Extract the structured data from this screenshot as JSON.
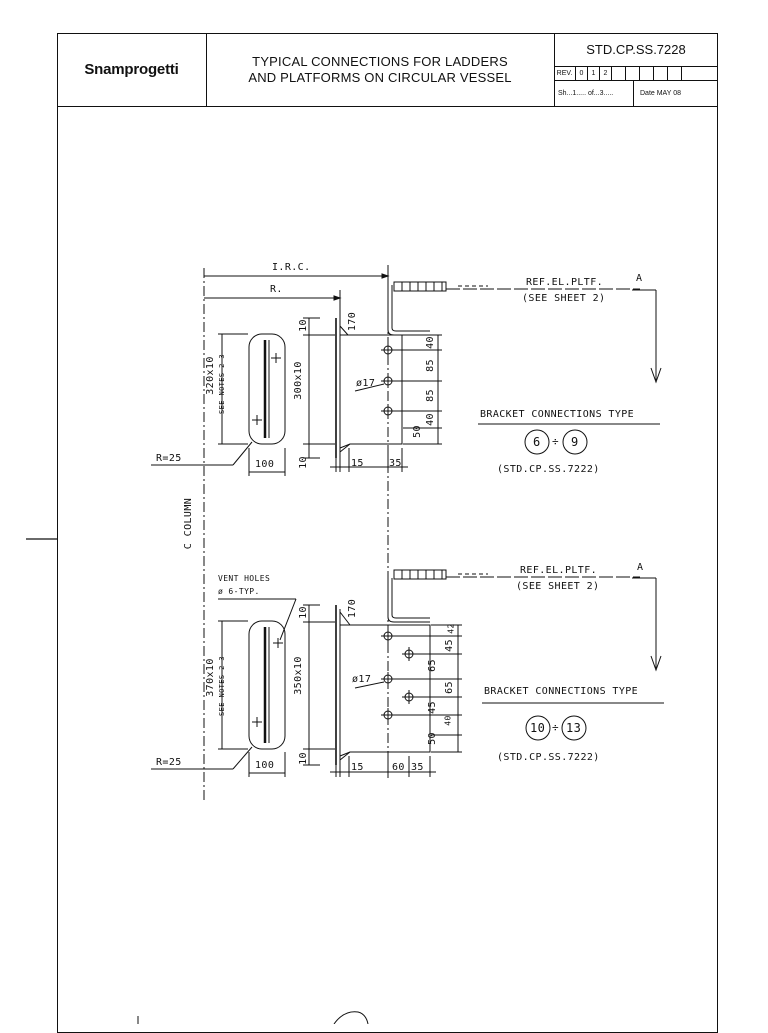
{
  "title_block": {
    "company": "Snamprogetti",
    "title_line1": "TYPICAL CONNECTIONS FOR LADDERS",
    "title_line2": "AND PLATFORMS ON CIRCULAR VESSEL",
    "std_code": "STD.CP.SS.7228",
    "rev_label": "REV.",
    "rev_values": [
      "0",
      "1",
      "2"
    ],
    "sheet_text": "Sh...1..... of...3.....",
    "date_text": "Date MAY 08"
  },
  "detail_top": {
    "irc": "I.R.C.",
    "r": "R.",
    "ref_el": "REF.EL.PLTF.",
    "see_sheet": "(SEE SHEET 2)",
    "section": "A",
    "bracket_title": "BRACKET CONNECTIONS TYPE",
    "type_from": "6",
    "type_sep": "÷",
    "type_to": "9",
    "std_ref": "(STD.CP.SS.7222)",
    "plate_dim": "320x10",
    "see_notes": "SEE NOTES 2-3",
    "web_dim": "300x10",
    "dim_10a": "10",
    "dim_10b": "10",
    "dim_170": "170",
    "hole": "ø17",
    "dim_40": "40",
    "dim_85a": "85",
    "dim_85b": "85",
    "dim_40b": "40",
    "dim_50": "50",
    "radius": "R=25",
    "dim_100": "100",
    "dim_15": "15",
    "dim_35": "35"
  },
  "column_label": "C COLUMN",
  "detail_bottom": {
    "vent": "VENT HOLES",
    "vent_typ": "ø 6-TYP.",
    "ref_el": "REF.EL.PLTF.",
    "see_sheet": "(SEE SHEET 2)",
    "section": "A",
    "bracket_title": "BRACKET CONNECTIONS TYPE",
    "type_from": "10",
    "type_sep": "÷",
    "type_to": "13",
    "std_ref": "(STD.CP.SS.7222)",
    "plate_dim": "370x10",
    "see_notes": "SEE NOTES 2-3",
    "web_dim": "350x10",
    "dim_10a": "10",
    "dim_10b": "10",
    "dim_170": "170",
    "hole": "ø17",
    "dim_42": "42",
    "dim_45a": "45",
    "dim_65a": "65",
    "dim_65b": "65",
    "dim_45b": "45",
    "dim_40": "40",
    "dim_50": "50",
    "radius": "R=25",
    "dim_100": "100",
    "dim_15": "15",
    "dim_60": "60",
    "dim_35": "35"
  }
}
